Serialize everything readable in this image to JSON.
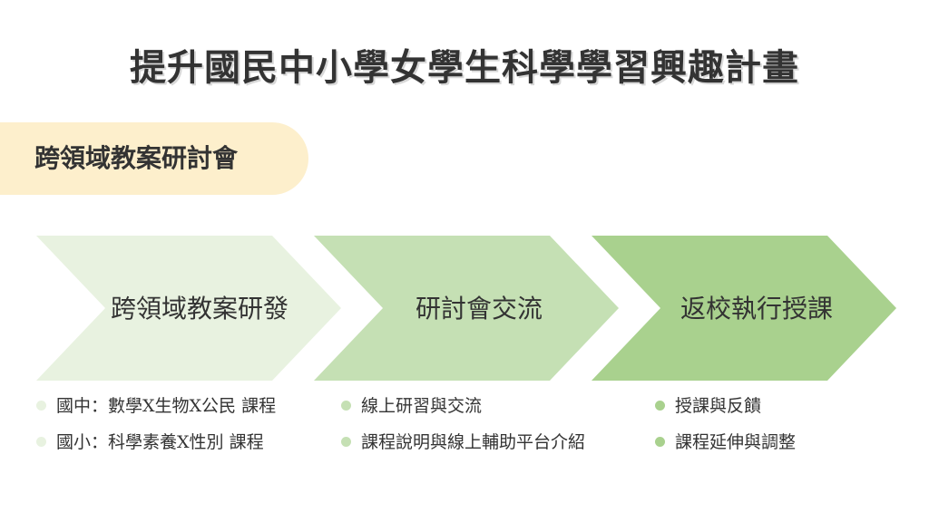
{
  "title": "提升國民中小學女學生科學學習興趣計畫",
  "subtitle": "跨領域教案研討會",
  "steps": [
    {
      "label": "跨領域教案研發",
      "color": "#e8f2e0",
      "bullet_color": "#e8f2e0",
      "bullets": [
        "國中：數學X生物X公民 課程",
        "國小：科學素養X性別 課程"
      ]
    },
    {
      "label": "研討會交流",
      "color": "#c5e0b4",
      "bullet_color": "#c5e0b4",
      "bullets": [
        "線上研習與交流",
        "課程說明與線上輔助平台介紹"
      ]
    },
    {
      "label": "返校執行授課",
      "color": "#a9d18e",
      "bullet_color": "#a9d18e",
      "bullets": [
        "授課與反饋",
        "課程延伸與調整"
      ]
    }
  ]
}
